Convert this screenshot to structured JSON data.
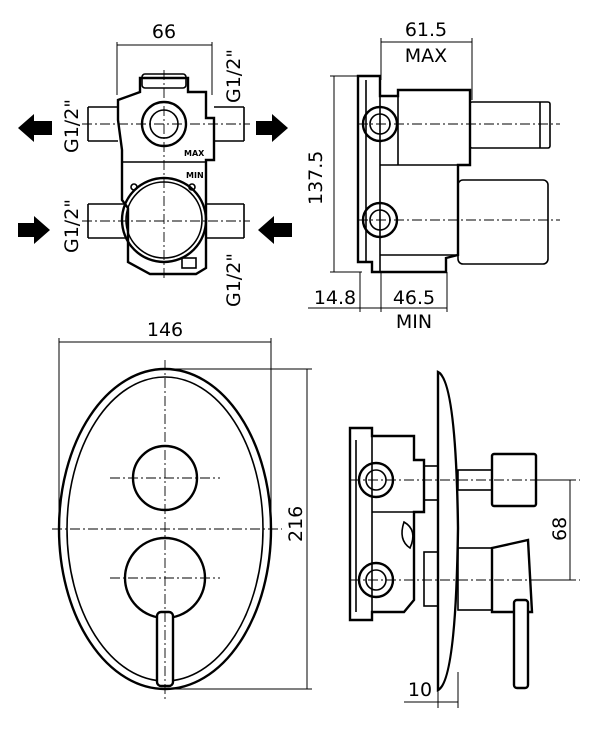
{
  "dimensions": {
    "top_width": "66",
    "side_depth_max": "61.5",
    "max_label": "MAX",
    "height_body": "137.5",
    "offset_left": "14.8",
    "depth_min": "46.5",
    "min_label": "MIN",
    "plate_width": "146",
    "plate_height": "216",
    "outlet_spacing": "68",
    "plate_thickness": "10"
  },
  "threads": {
    "top_right": "G1/2\"",
    "left_upper": "G1/2\"",
    "left_lower": "G1/2\"",
    "bottom_right": "G1/2\""
  },
  "body_marks": {
    "max": "MAX",
    "min": "MIN"
  }
}
